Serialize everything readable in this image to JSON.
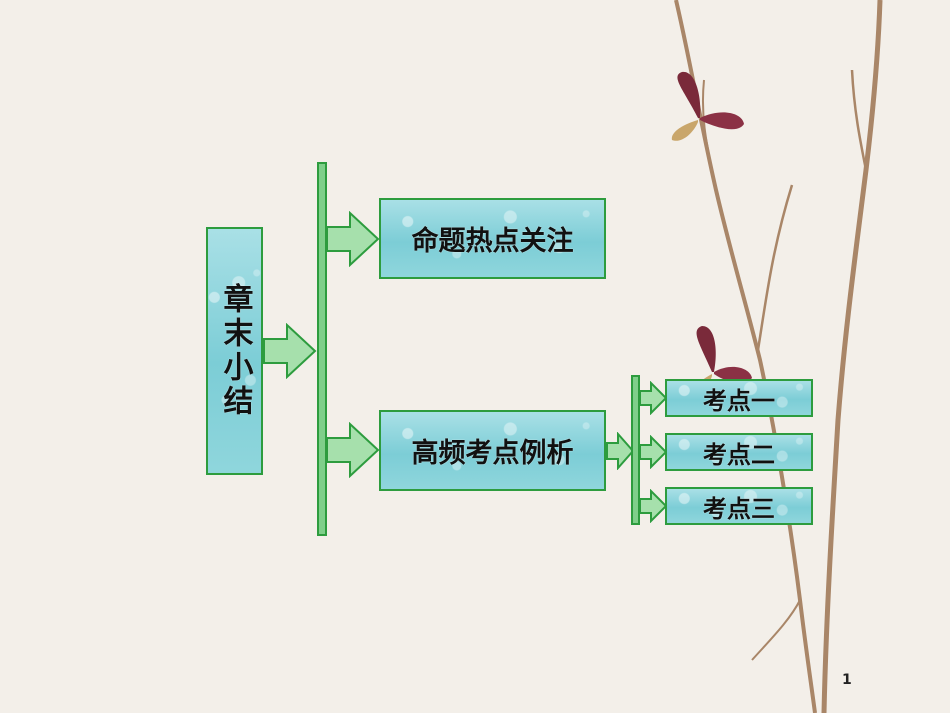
{
  "root": {
    "label": "章末小结"
  },
  "branches": [
    {
      "label": "命题热点关注"
    },
    {
      "label": "高频考点例析"
    }
  ],
  "sub_items": [
    {
      "label": "考点一"
    },
    {
      "label": "考点二"
    },
    {
      "label": "考点三"
    }
  ],
  "page_number": "1",
  "colors": {
    "box_fill": "#8fd6dc",
    "border": "#2d9c3e",
    "arrow_fill": "#a6e0ac"
  }
}
